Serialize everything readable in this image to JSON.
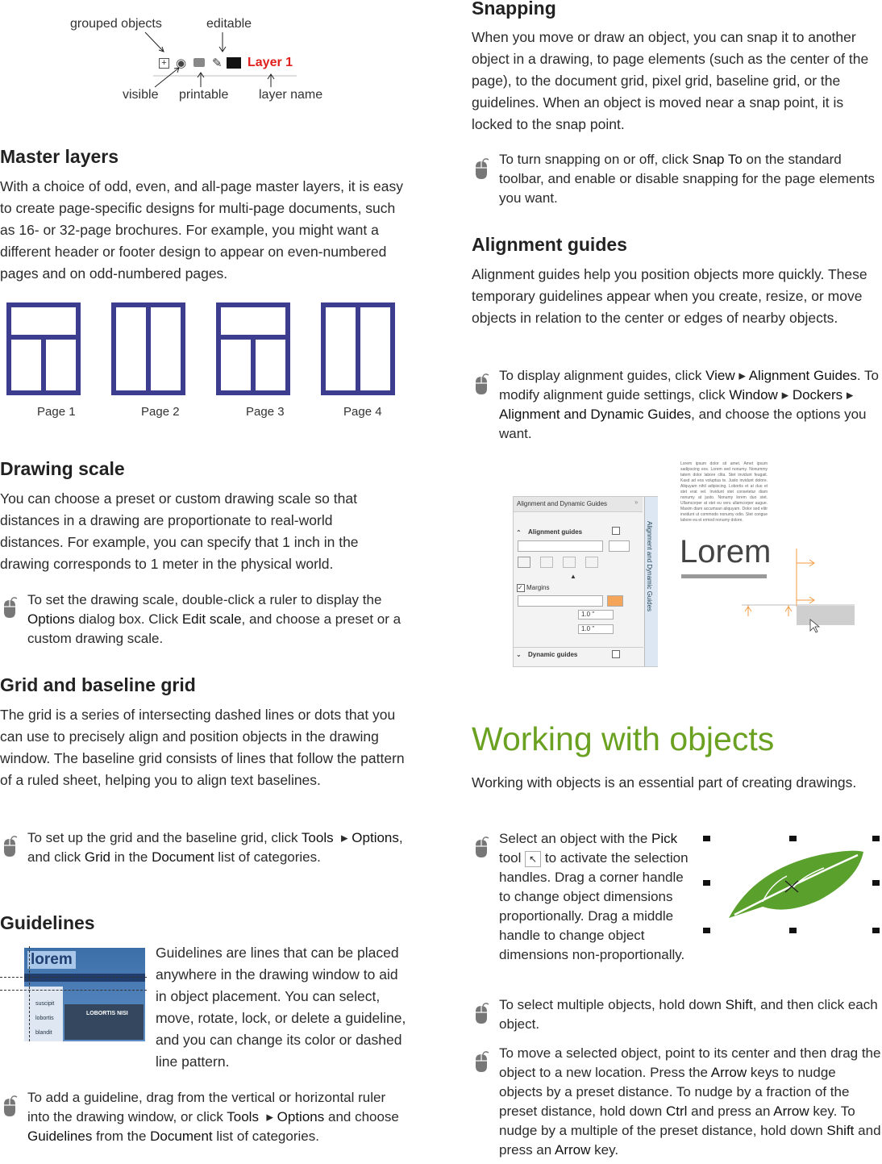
{
  "layers_figure": {
    "label_grouped": "grouped objects",
    "label_editable": "editable",
    "label_visible": "visible",
    "label_printable": "printable",
    "label_layer_name": "layer name",
    "layer_name": "Layer 1"
  },
  "master_layers": {
    "heading": "Master layers",
    "body": "With a choice of odd, even, and all-page master layers, it is easy to create page-specific designs for multi-page documents, such as 16- or 32-page brochures. For example, you might want a different header or footer design to appear on even-numbered pages and on odd-numbered pages.",
    "pages": [
      "Page 1",
      "Page 2",
      "Page 3",
      "Page 4"
    ]
  },
  "drawing_scale": {
    "heading": "Drawing scale",
    "body": "You can choose a preset or custom drawing scale so that distances in a drawing are proportionate to real-world distances. For example, you can specify that 1 inch in the drawing corresponds to 1 meter in the physical world.",
    "tip_1": "To set the drawing scale, double-click a ruler to display the",
    "tip_b1": "Options",
    "tip_2": "dialog box. Click",
    "tip_b2": "Edit scale",
    "tip_3": ", and choose a preset or a custom drawing scale."
  },
  "grid": {
    "heading": "Grid and baseline grid",
    "body": "The grid is a series of intersecting dashed lines or dots that you can use to precisely align and position objects in the drawing window. The baseline grid consists of lines that follow the pattern of a ruled sheet, helping you to align text baselines.",
    "tip_1": "To set up the grid and the baseline grid, click",
    "tip_b1": "Tools",
    "tip_b2": "Options",
    "tip_2": ", and click",
    "tip_b3": "Grid",
    "tip_3": "in the",
    "tip_b4": "Document",
    "tip_4": "list of categories."
  },
  "guidelines": {
    "heading": "Guidelines",
    "body": "Guidelines are lines that can be placed anywhere in the drawing window to aid in object placement. You can select, move, rotate, lock, or delete a guideline, and you can change its color or dashed line pattern.",
    "shot_logo": "lorem",
    "shot_items": [
      "suscipit",
      "lobortis",
      "blandit"
    ],
    "shot_banner": "LOBORTIS NISI",
    "tip_1": "To add a guideline, drag from the vertical or horizontal ruler into the drawing window, or click",
    "tip_b1": "Tools",
    "tip_b2": "Options",
    "tip_2": "and choose",
    "tip_b3": "Guidelines",
    "tip_3": "from the",
    "tip_b4": "Document",
    "tip_4": "list of categories."
  },
  "snapping": {
    "heading": "Snapping",
    "body": "When you move or draw an object, you can snap it to another object in a drawing, to page elements (such as the center of the page), to the document grid, pixel grid, baseline grid, or the guidelines. When an object is moved near a snap point, it is locked to the snap point.",
    "tip_1": "To turn snapping on or off, click",
    "tip_b1": "Snap To",
    "tip_2": "on the standard toolbar, and enable or disable snapping for the page elements you want."
  },
  "alignment_guides": {
    "heading": "Alignment guides",
    "body": "Alignment guides help you position objects more quickly. These temporary guidelines appear when you create, resize, or move objects in relation to the center or edges of nearby objects.",
    "tip_1": "To display alignment guides, click",
    "tip_b1": "View",
    "tip_b2": "Alignment Guides",
    "tip_2": ". To modify alignment guide settings, click",
    "tip_b3": "Window",
    "tip_b4": "Dockers",
    "tip_b5": "Alignment and Dynamic Guides",
    "tip_3": ", and choose the options you want.",
    "panel_title": "Alignment and Dynamic Guides",
    "panel_section1": "Alignment guides",
    "panel_margins": "Margins",
    "panel_val1": "1.0 \"",
    "panel_val2": "1.0 \"",
    "panel_section2": "Dynamic guides",
    "panel_tab": "Alignment and Dynamic Guides",
    "lorem_small": "Lorem ipsum dolor sit amet. Amet ipsum sadipscing eos. Lorem sed nonumy. Nonummy tatem dolor labore clita. Stet invidunt feugait. Kasd ad eos voluptua te. Justo invidunt dolore. Aliquyam nihil adipiscing. Lobortis et at duo et stet erat vel. Invidunt stet consetetur diam nonumy at justo. Nonumy lorem duo stet. Ullamcorper at stet eu veru ullamcorper augue. Maxim diam accumsan aliquyam. Dolor sed elitr invidunt ut commodo nonumy odio. Stet congue labore ea et ermod nonumy dolore.",
    "lorem_big": "Lorem"
  },
  "working": {
    "title": "Working with objects",
    "body": "Working with objects is an essential part of creating drawings.",
    "tip1_1": "Select an object with the",
    "tip1_b1": "Pick",
    "tip1_2": "tool",
    "tip1_3": "to activate the selection handles. Drag a corner handle to change object dimensions proportionally. Drag a middle handle to change object dimensions non-proportionally.",
    "tip2_1": "To select multiple objects, hold down",
    "tip2_b1": "Shift",
    "tip2_2": ", and then click each object.",
    "tip3_1": "To move a selected object, point to its center and then drag the object to a new location. Press the",
    "tip3_b1": "Arrow",
    "tip3_2": "keys to nudge objects by a preset distance. To nudge by a fraction of the preset distance, hold down",
    "tip3_b2": "Ctrl",
    "tip3_3": "and press an",
    "tip3_b3": "Arrow",
    "tip3_4": "key. To nudge by a multiple of the preset distance, hold down",
    "tip3_b4": "Shift",
    "tip3_5": "and press an",
    "tip3_b5": "Arrow",
    "tip3_6": "key."
  },
  "colors": {
    "accent_green": "#6aa121",
    "page_blue": "#3d3d8f",
    "layer_red": "#e0201c"
  }
}
